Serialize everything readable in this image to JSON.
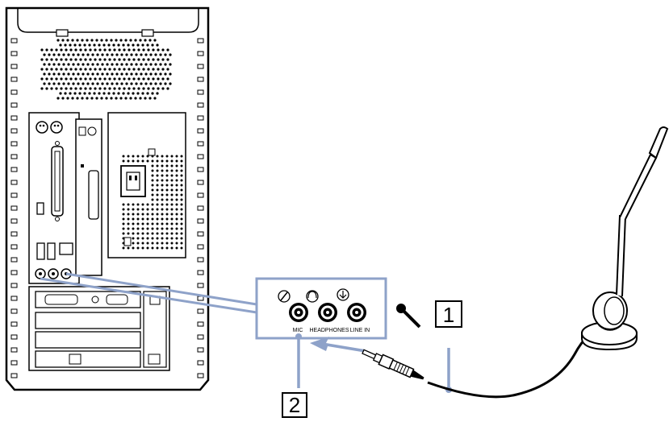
{
  "ports": {
    "mic_label": "MIC",
    "headphones_label": "HEADPHONES",
    "line_in_label": "LINE IN"
  },
  "callouts": [
    {
      "number": "1",
      "target": "microphone-plug"
    },
    {
      "number": "2",
      "target": "mic-jack"
    }
  ],
  "colors": {
    "accent_blue": "#8ea2c9",
    "line": "#000000",
    "background": "#ffffff"
  },
  "icons": [
    "microphone-icon",
    "headphones-icon",
    "line-in-icon",
    "ps2-port-icon",
    "usb-port-icon",
    "network-port-icon",
    "power-socket-icon"
  ]
}
